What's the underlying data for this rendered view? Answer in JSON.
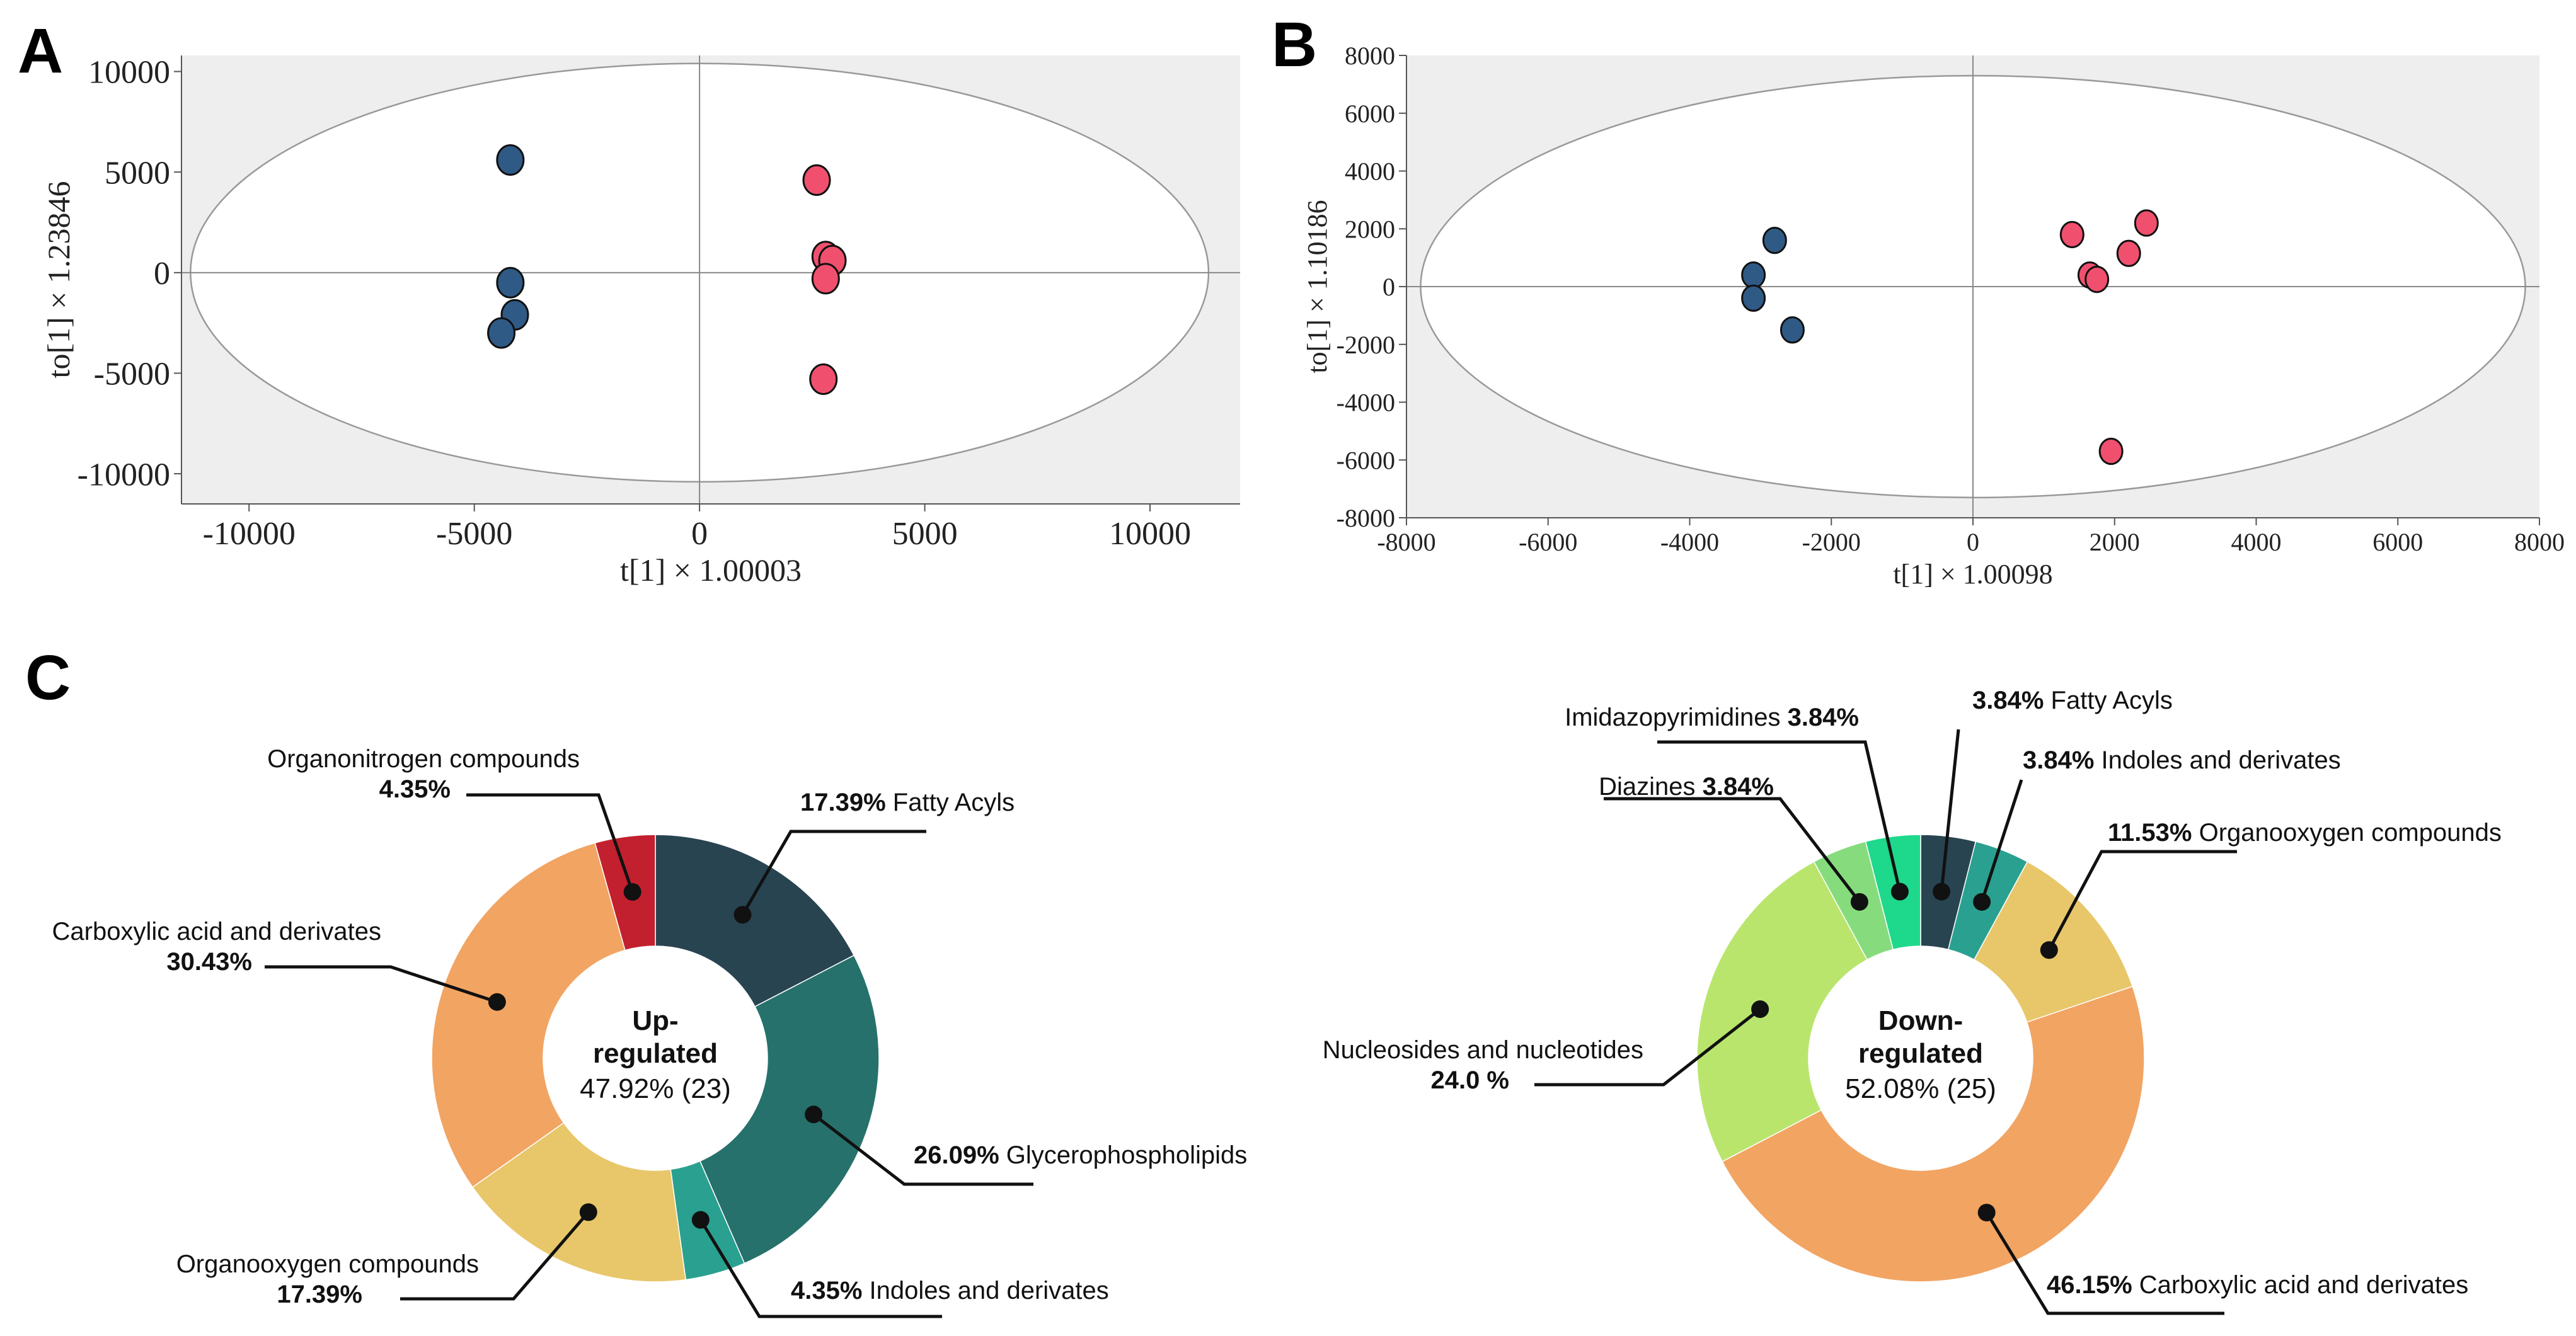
{
  "panels": {
    "a": "A",
    "b": "B",
    "c": "C"
  },
  "chart_data": [
    {
      "id": "A",
      "type": "scatter",
      "xlabel": "t[1] × 1.00003",
      "ylabel": "to[1] × 1.23846",
      "xlim": [
        -11500,
        12000
      ],
      "ylim": [
        -11500,
        10800
      ],
      "xticks": [
        -10000,
        -5000,
        0,
        5000,
        10000
      ],
      "yticks": [
        -10000,
        -5000,
        0,
        5000,
        10000
      ],
      "ellipse": {
        "rx": 11300,
        "ry": 10400
      },
      "background": "#eeeeee",
      "series": [
        {
          "color": "#2f5a85",
          "points": [
            [
              -4200,
              5600
            ],
            [
              -4200,
              -500
            ],
            [
              -4100,
              -2100
            ],
            [
              -4400,
              -3000
            ]
          ]
        },
        {
          "color": "#f0506e",
          "points": [
            [
              2600,
              4600
            ],
            [
              2800,
              800
            ],
            [
              2950,
              600
            ],
            [
              2800,
              -300
            ],
            [
              2750,
              -5300
            ]
          ]
        }
      ]
    },
    {
      "id": "B",
      "type": "scatter",
      "xlabel": "t[1] × 1.00098",
      "ylabel": "to[1] × 1.10186",
      "xlim": [
        -8000,
        8000
      ],
      "ylim": [
        -8000,
        8000
      ],
      "xticks": [
        -8000,
        -6000,
        -4000,
        -2000,
        0,
        2000,
        4000,
        6000,
        8000
      ],
      "yticks": [
        -8000,
        -6000,
        -4000,
        -2000,
        0,
        2000,
        4000,
        6000,
        8000
      ],
      "ellipse": {
        "rx": 7800,
        "ry": 7300
      },
      "background": "#eeeeee",
      "series": [
        {
          "color": "#2f5a85",
          "points": [
            [
              -2800,
              1600
            ],
            [
              -3100,
              400
            ],
            [
              -3100,
              -400
            ],
            [
              -2550,
              -1500
            ]
          ]
        },
        {
          "color": "#f0506e",
          "points": [
            [
              1400,
              1800
            ],
            [
              1650,
              400
            ],
            [
              1750,
              250
            ],
            [
              2200,
              1150
            ],
            [
              2450,
              2200
            ],
            [
              1950,
              -5700
            ]
          ]
        }
      ]
    },
    {
      "id": "C-up",
      "type": "pie",
      "center_title": "Up-\nregulated",
      "center_value": "47.92% (23)",
      "slices": [
        {
          "label": "Fatty Acyls",
          "value": 17.39,
          "pct": "17.39%",
          "color": "#284451",
          "text": "Fatty Acyls"
        },
        {
          "label": "Glycerophospholipids",
          "value": 26.09,
          "pct": "26.09%",
          "color": "#26716c",
          "text": "Glycerophospholipids"
        },
        {
          "label": "Indoles and derivates",
          "value": 4.35,
          "pct": "4.35%",
          "color": "#2aa090",
          "text": "Indoles and derivates"
        },
        {
          "label": "Organooxygen compounds",
          "value": 17.39,
          "pct": "17.39%",
          "color": "#e8c76a",
          "text": "Organooxygen compounds"
        },
        {
          "label": "Carboxylic acid and derivates",
          "value": 30.43,
          "pct": "30.43%",
          "color": "#f2a462",
          "text": "Carboxylic acid and derivates"
        },
        {
          "label": "Organonitrogen compounds",
          "value": 4.35,
          "pct": "4.35%",
          "color": "#c2202f",
          "text": "Organonitrogen compounds"
        }
      ]
    },
    {
      "id": "C-down",
      "type": "pie",
      "center_title": "Down-\nregulated",
      "center_value": "52.08% (25)",
      "slices": [
        {
          "label": "Fatty Acyls",
          "value": 3.84,
          "pct": "3.84%",
          "color": "#284451",
          "text": "Fatty Acyls"
        },
        {
          "label": "Indoles and derivates",
          "value": 3.84,
          "pct": "3.84%",
          "color": "#2aa090",
          "text": "Indoles and derivates"
        },
        {
          "label": "Organooxygen compounds",
          "value": 11.53,
          "pct": "11.53%",
          "color": "#e8c76a",
          "text": "Organooxygen compounds"
        },
        {
          "label": "Carboxylic acid and derivates",
          "value": 46.15,
          "pct": "46.15%",
          "color": "#f2a462",
          "text": "Carboxylic acid and derivates"
        },
        {
          "label": "Nucleosides and nucleotides",
          "value": 24.0,
          "pct": "24.0 %",
          "color": "#b9e56d",
          "text": "Nucleosides and nucleotides"
        },
        {
          "label": "Diazines",
          "value": 3.84,
          "pct": "3.84%",
          "color": "#86dc7d",
          "text": "Diazines"
        },
        {
          "label": "Imidazopyrimidines",
          "value": 3.84,
          "pct": "3.84%",
          "color": "#1ed88c",
          "text": "Imidazopyrimidines"
        }
      ]
    }
  ]
}
